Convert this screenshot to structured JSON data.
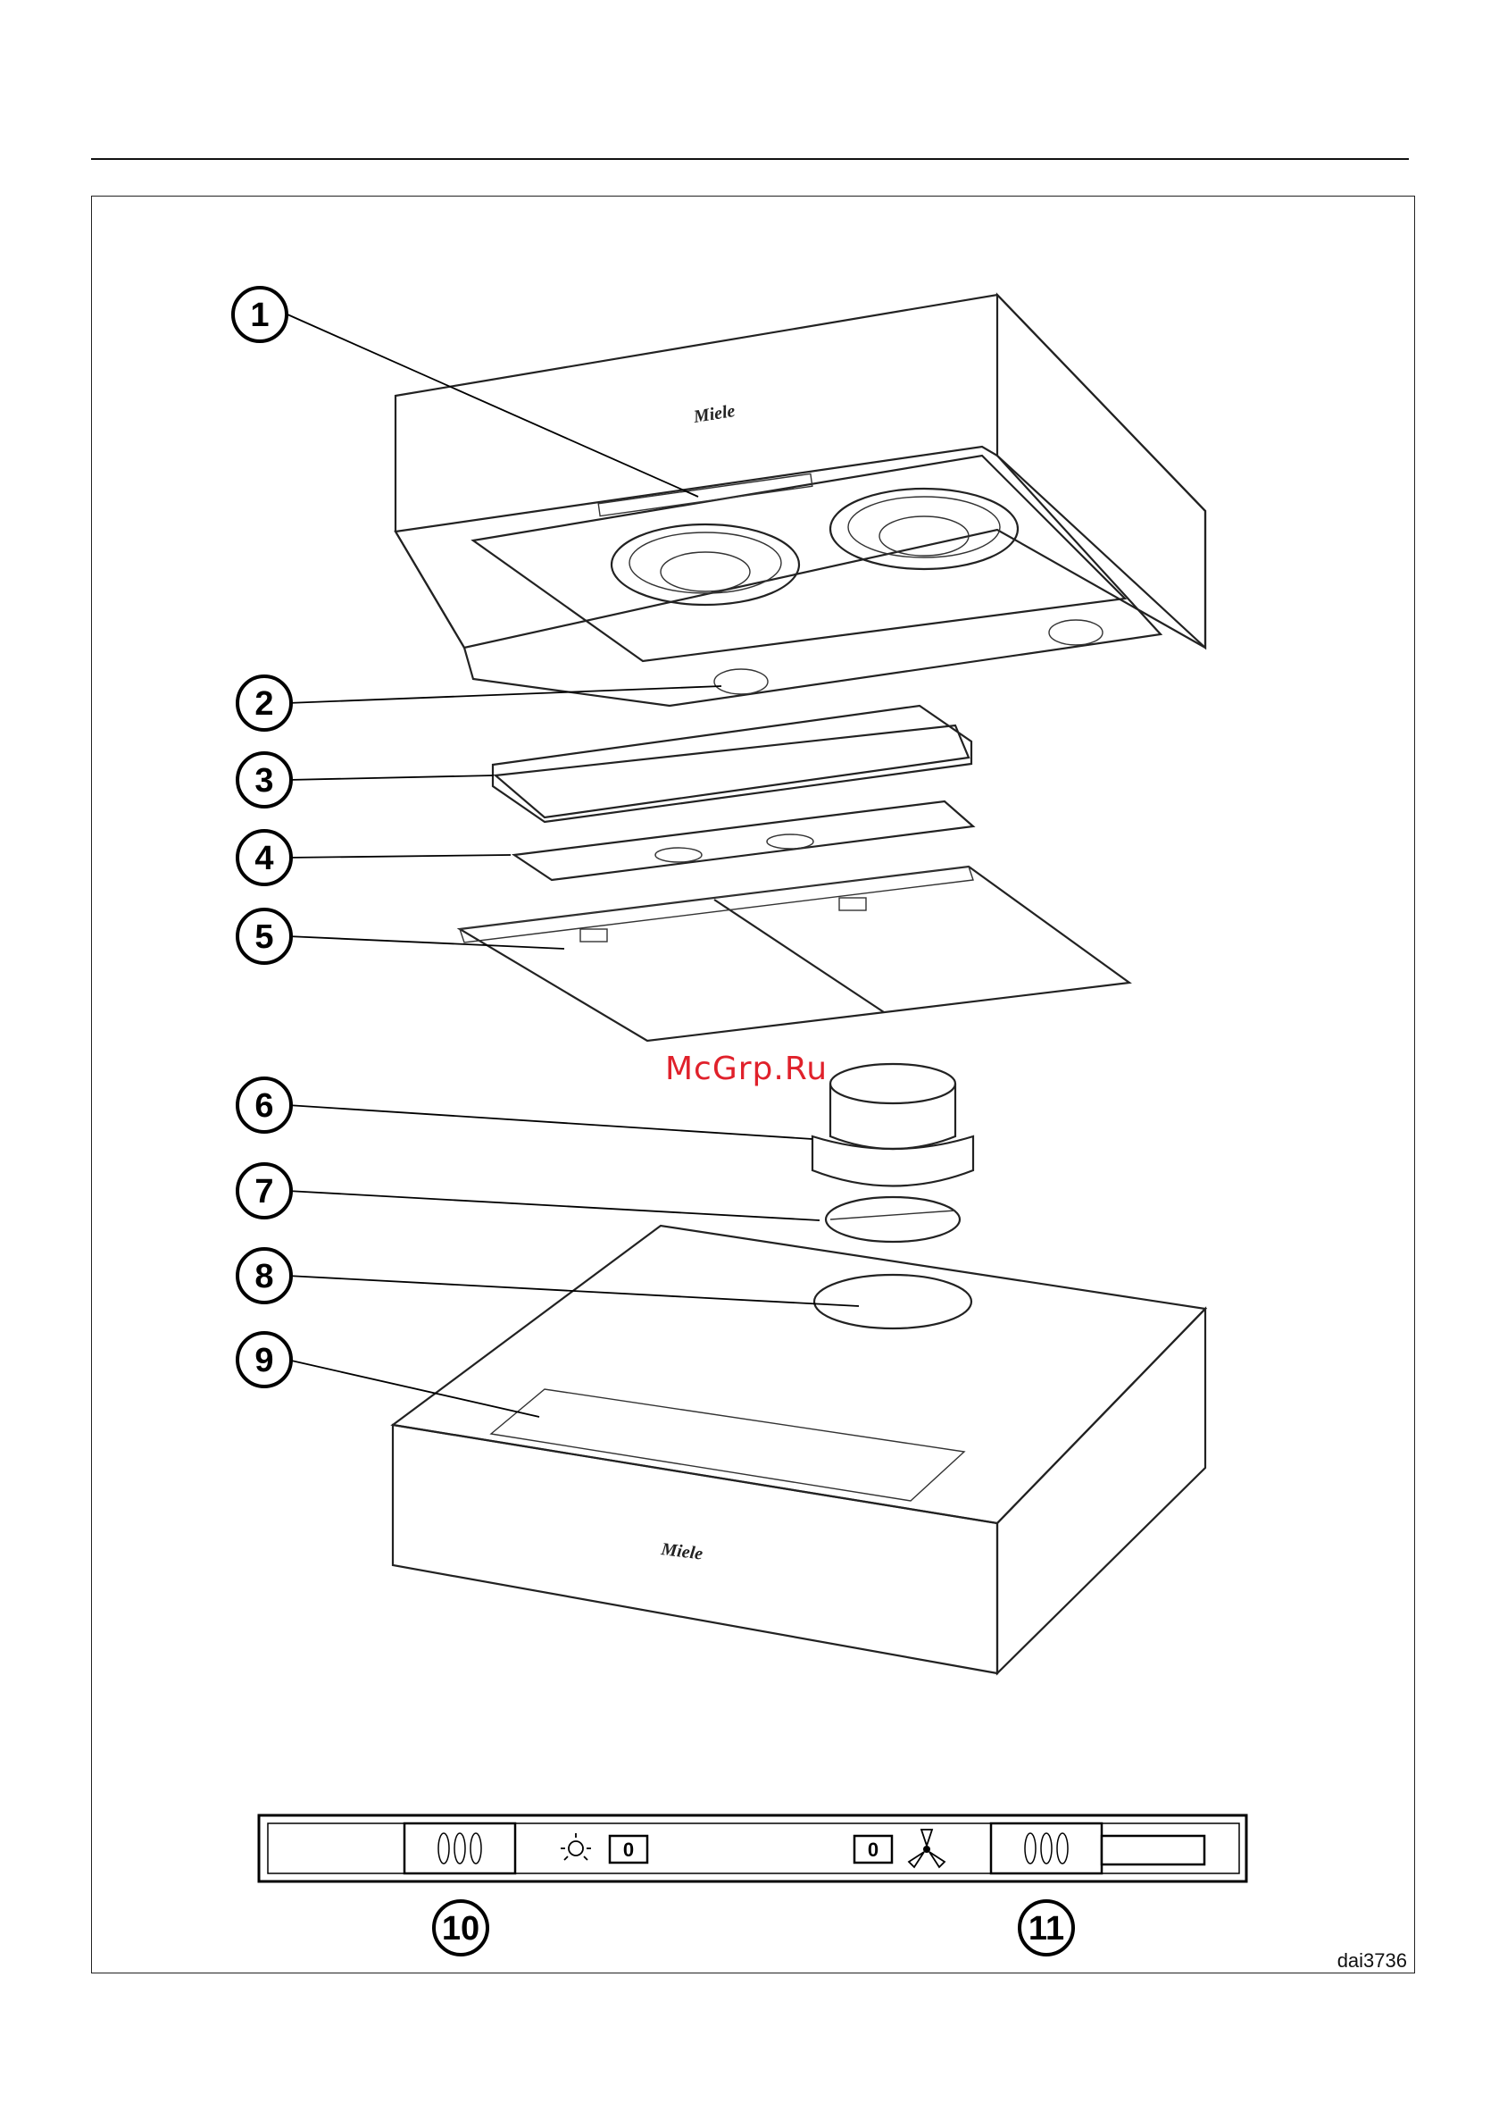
{
  "callouts": [
    "1",
    "2",
    "3",
    "4",
    "5",
    "6",
    "7",
    "8",
    "9",
    "10",
    "11"
  ],
  "brand_top": "Miele",
  "brand_bottom": "Miele",
  "watermark": "McGrp.Ru",
  "figure_ref": "dai3736",
  "panel": {
    "light_value": "0",
    "fan_value": "0",
    "light_icon": "light-bulb-icon",
    "fan_icon": "fan-icon"
  },
  "colors": {
    "metal": "#e6e6e6",
    "dark_filter": "#777777",
    "watermark": "#e0212b"
  }
}
